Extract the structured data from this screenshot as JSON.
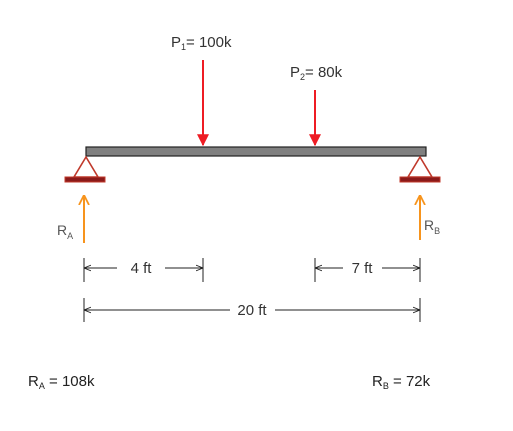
{
  "loads": [
    {
      "symbol": "P",
      "sub": "1",
      "value": "= 100k"
    },
    {
      "symbol": "P",
      "sub": "2",
      "value": "= 80k"
    }
  ],
  "reactions": [
    {
      "symbol": "R",
      "sub": "A"
    },
    {
      "symbol": "R",
      "sub": "B"
    }
  ],
  "dimensions": {
    "left": "4 ft",
    "right": "7 ft",
    "total": "20 ft"
  },
  "results": [
    {
      "symbol": "R",
      "sub": "A",
      "value": " = 108k"
    },
    {
      "symbol": "R",
      "sub": "B",
      "value": " = 72k"
    }
  ],
  "colors": {
    "load_arrow": "#ee1c24",
    "reaction_arrow": "#f7941d",
    "support": "#8b1a1a",
    "support_stroke": "#c0392b",
    "beam": "#808080"
  }
}
